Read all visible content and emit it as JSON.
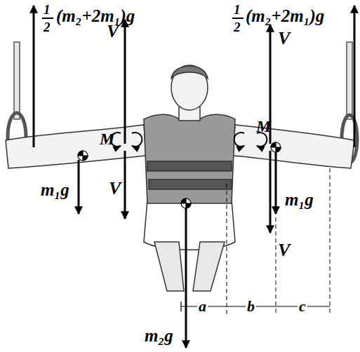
{
  "diagram": {
    "labels": [
      "1",
      "2",
      "(m₂+2m₁)g",
      "1",
      "2",
      "(m₂+2m₁)g",
      "V",
      "V",
      "M",
      "M",
      "V",
      "m₁g",
      "m₁g",
      "V",
      "a",
      "b",
      "c",
      "m₂g"
    ]
  }
}
